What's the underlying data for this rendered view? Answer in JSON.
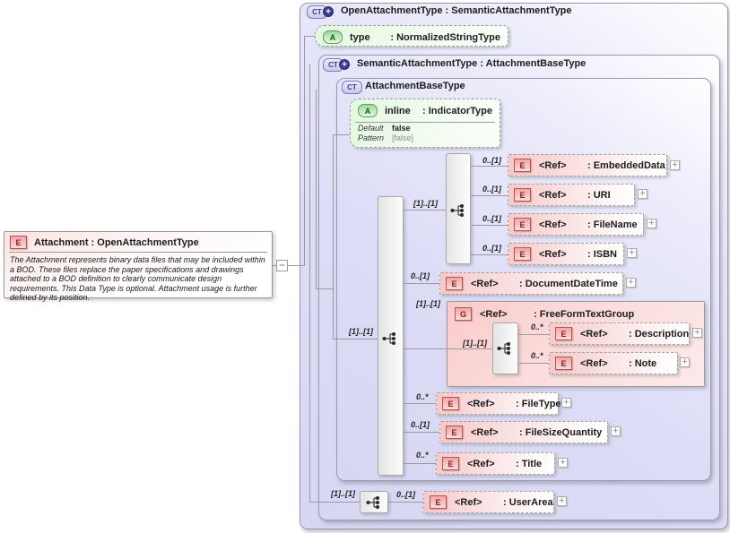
{
  "icons": {
    "element": "E",
    "attribute": "A",
    "group": "G",
    "complextype": "CT",
    "plus": "+",
    "collapse": "−"
  },
  "colors": {
    "element_fill": "#f7c9c9",
    "attribute_fill": "#e3f8df",
    "container_fill": "#dddcf7",
    "border": "#9a9aa0"
  },
  "root_element": {
    "title": "Attachment : OpenAttachmentType",
    "documentation": "The Attachment represents binary data files that may be included within a BOD. These files replace the paper specifications and drawings attached to a BOD definition to clearly communicate design requirements. This Data Type is optional. Attachment usage is further defined by its position."
  },
  "containers": {
    "open_attachment_type": {
      "title": "OpenAttachmentType : SemanticAttachmentType"
    },
    "semantic_attachment_type": {
      "title": "SemanticAttachmentType : AttachmentBaseType"
    },
    "attachment_base_type": {
      "title": "AttachmentBaseType"
    }
  },
  "attributes": {
    "type": {
      "name": "type",
      "type": ": NormalizedStringType"
    },
    "inline": {
      "name": "inline",
      "type": ": IndicatorType",
      "facets": {
        "default": {
          "label": "Default",
          "value": "false"
        },
        "pattern": {
          "label": "Pattern",
          "value": "[false]"
        }
      }
    }
  },
  "compositors": {
    "main": "[1]..[1]",
    "refs": "[1]..[1]",
    "group_inner": "[1]..[1]",
    "user_area": "[1]..[1]"
  },
  "group": {
    "ref": "<Ref>",
    "type": ": FreeFormTextGroup",
    "cardinality": "[1]..[1]"
  },
  "elements": {
    "embedded_data": {
      "ref": "<Ref>",
      "type": ": EmbeddedData",
      "cardinality": "0..[1]"
    },
    "uri": {
      "ref": "<Ref>",
      "type": ": URI",
      "cardinality": "0..[1]"
    },
    "file_name": {
      "ref": "<Ref>",
      "type": ": FileName",
      "cardinality": "0..[1]"
    },
    "isbn": {
      "ref": "<Ref>",
      "type": ": ISBN",
      "cardinality": "0..[1]"
    },
    "document_date_time": {
      "ref": "<Ref>",
      "type": ": DocumentDateTime",
      "cardinality": "0..[1]"
    },
    "description": {
      "ref": "<Ref>",
      "type": ": Description",
      "cardinality": "0..*"
    },
    "note": {
      "ref": "<Ref>",
      "type": ": Note",
      "cardinality": "0..*"
    },
    "file_type": {
      "ref": "<Ref>",
      "type": ": FileType",
      "cardinality": "0..*"
    },
    "file_size_quantity": {
      "ref": "<Ref>",
      "type": ": FileSizeQuantity",
      "cardinality": "0..[1]"
    },
    "title": {
      "ref": "<Ref>",
      "type": ": Title",
      "cardinality": "0..*"
    },
    "user_area": {
      "ref": "<Ref>",
      "type": ": UserArea",
      "cardinality": "0..[1]"
    }
  }
}
